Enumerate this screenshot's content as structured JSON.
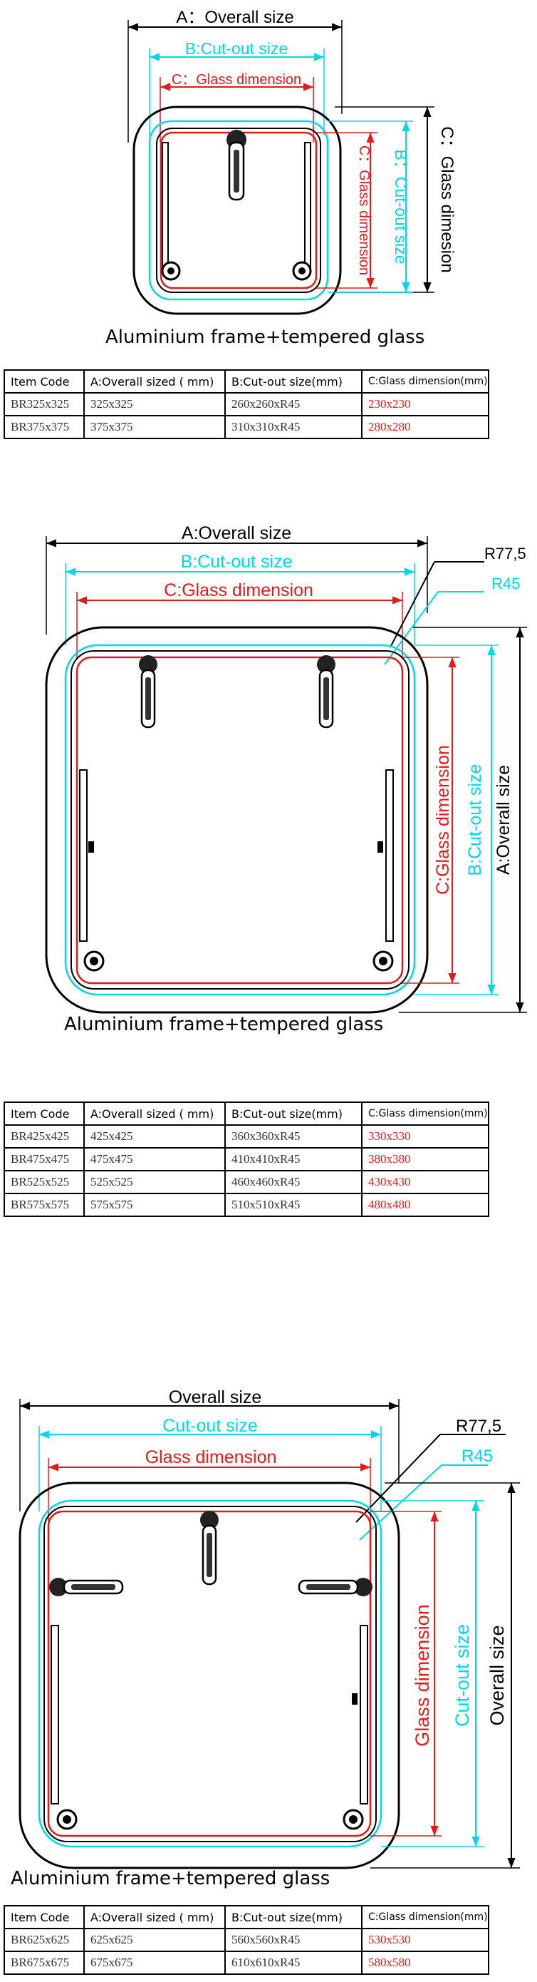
{
  "colors": {
    "black": "#000000",
    "cyan": "#00d8e8",
    "red": "#e31b1b"
  },
  "sections": [
    {
      "labels": {
        "overall": "A：Overall size",
        "cutout": "B:Cut-out size",
        "glass": "C：Glass dimension",
        "glass_v": "C：Glass dimension",
        "cutout_v": "B：Cut-out size",
        "overall_v": "C：Glass dimesion"
      },
      "caption": "Aluminium frame+tempered glass",
      "table": {
        "headers": [
          "Item Code",
          "A:Overall sized ( mm)",
          "B:Cut-out size(mm)",
          "C:Glass dimension(mm)"
        ],
        "rows": [
          [
            "BR325x325",
            "325x325",
            "260x260xR45",
            "230x230"
          ],
          [
            "BR375x375",
            "375x375",
            "310x310xR45",
            "280x280"
          ]
        ]
      }
    },
    {
      "labels": {
        "overall": "A:Overall size",
        "cutout": "B:Cut-out size",
        "glass": "C:Glass dimension",
        "glass_v": "C:Glass dimension",
        "cutout_v": "B:Cut-out size",
        "overall_v": "A:Overall size",
        "radius_outer": "R77,5",
        "radius_inner": "R45"
      },
      "caption": "Aluminium frame+tempered glass",
      "table": {
        "headers": [
          "Item Code",
          "A:Overall sized ( mm)",
          "B:Cut-out size(mm)",
          "C:Glass dimension(mm)"
        ],
        "rows": [
          [
            "BR425x425",
            "425x425",
            "360x360xR45",
            "330x330"
          ],
          [
            "BR475x475",
            "475x475",
            "410x410xR45",
            "380x380"
          ],
          [
            "BR525x525",
            "525x525",
            "460x460xR45",
            "430x430"
          ],
          [
            "BR575x575",
            "575x575",
            "510x510xR45",
            "480x480"
          ]
        ]
      }
    },
    {
      "labels": {
        "overall": "Overall size",
        "cutout": "Cut-out size",
        "glass": "Glass dimension",
        "glass_v": "Glass dimension",
        "cutout_v": "Cut-out size",
        "overall_v": "Overall size",
        "radius_outer": "R77,5",
        "radius_inner": "R45"
      },
      "caption": "Aluminium frame+tempered glass",
      "table": {
        "headers": [
          "Item Code",
          "A:Overall sized ( mm)",
          "B:Cut-out size(mm)",
          "C:Glass dimension(mm)"
        ],
        "rows": [
          [
            "BR625x625",
            "625x625",
            "560x560xR45",
            "530x530"
          ],
          [
            "BR675x675",
            "675x675",
            "610x610xR45",
            "580x580"
          ]
        ]
      }
    }
  ]
}
